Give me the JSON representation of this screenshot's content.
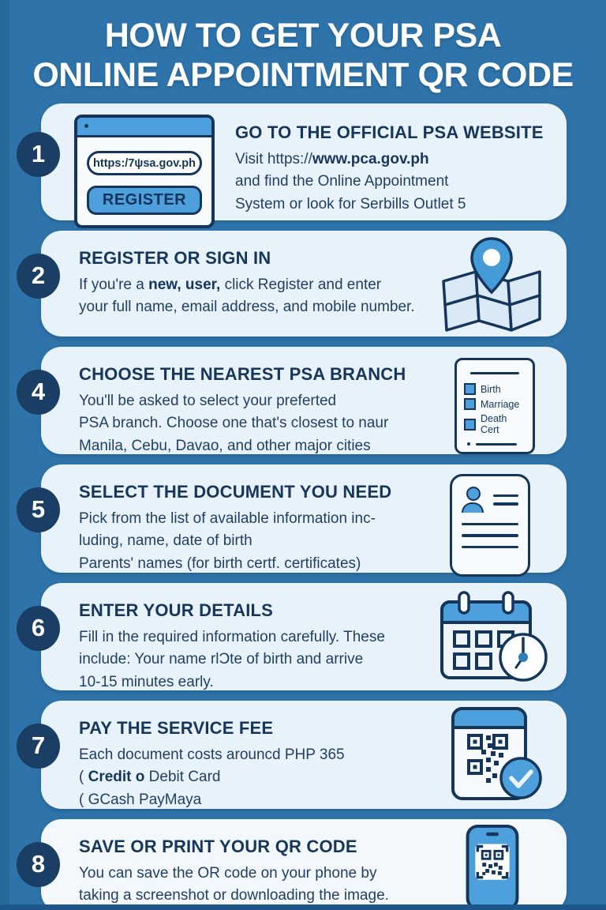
{
  "title": {
    "line1": "HOW TO GET YOUR PSA",
    "line2": "ONLINE APPOINTMENT QR CODE"
  },
  "colors": {
    "background": "#2e74ab",
    "card": "#e8f2fa",
    "badge_navy": "#1b3e64",
    "heading_navy": "#16365c",
    "body_navy": "#223f63",
    "accent_blue": "#4da0dc",
    "outline_navy": "#15365a"
  },
  "steps": [
    {
      "number": "1",
      "heading": "GO TO THE OFFICIAL PSA WEBSITE",
      "icon": "browser-window-icon",
      "browser": {
        "address": "https:/7ψsa.gov.ph",
        "button_label": "REGISTER"
      },
      "body": {
        "line1_pre": "Visit https://",
        "line1_bold": "www.pca.gov.ph",
        "line2": "and find the Online Appointment",
        "line3": "System or look for Serbills Outlet 5"
      }
    },
    {
      "number": "2",
      "heading": "REGISTER OR SIGN IN",
      "icon": "map-pin-icon",
      "body": {
        "line1_pre": "If you're a ",
        "line1_bold": "new, user,",
        "line1_post": " click Register and enter",
        "line2": "your full name, email address, and mobile number."
      }
    },
    {
      "number": "4",
      "heading": "CHOOSE THE NEAREST PSA BRANCH",
      "icon": "document-checklist-icon",
      "checklist": [
        "Birth",
        "Marriage",
        "Death Cert"
      ],
      "body": {
        "line1": "You'll be asked to select your preferted",
        "line2": "PSA branch. Choose one that's closest to naur",
        "line3": "Manila, Cebu, Davao, and other major cities"
      }
    },
    {
      "number": "5",
      "heading": "SELECT THE DOCUMENT YOU NEED",
      "icon": "id-card-icon",
      "body": {
        "line1": "Pick from the list of available information inc-",
        "line2": "luding, name, date of birth",
        "line3": "Parents' names (for birth certf. certificates)"
      }
    },
    {
      "number": "6",
      "heading": "ENTER YOUR DETAILS",
      "icon": "calendar-clock-icon",
      "body": {
        "line1": "Fill in the required information carefully. These",
        "line2": "include: Your name rlƆte of birth and arrive",
        "line3": "10-15 minutes early."
      }
    },
    {
      "number": "7",
      "heading": "PAY THE SERVICE FEE",
      "icon": "qr-payment-check-icon",
      "body": {
        "line1": "Each document costs arouncd PHP 365",
        "line2_pre": "( ",
        "line2_bold": "Credit o",
        "line2_post": " Debit Card",
        "line3": "( GCash   PayMaya"
      }
    },
    {
      "number": "8",
      "heading": "SAVE OR PRINT YOUR QR CODE",
      "icon": "phone-qr-icon",
      "body": {
        "line1": "You can save the OR code on your phone by",
        "line2": "taking a screenshot or downloading the image."
      }
    }
  ]
}
